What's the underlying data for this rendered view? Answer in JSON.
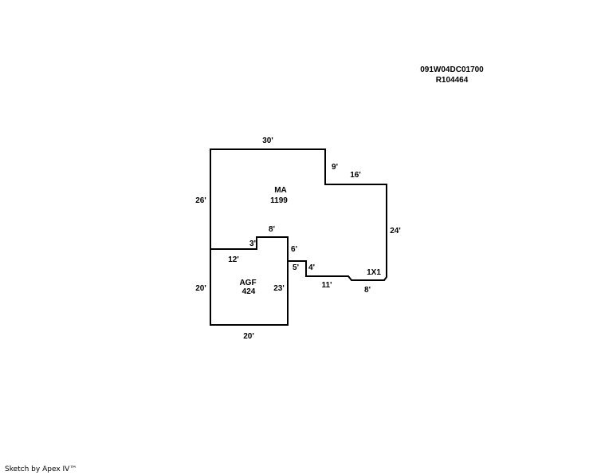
{
  "parcel": {
    "map_number": "091W04DC01700",
    "account": "R104464"
  },
  "areas": {
    "ma": {
      "code": "MA",
      "sqft": "1199"
    },
    "agf": {
      "code": "AGF",
      "sqft": "424"
    },
    "extension": {
      "code": "1X1"
    }
  },
  "dimensions": {
    "ma_top": "30'",
    "ma_notch_drop": "9'",
    "ma_notch_top": "16'",
    "ma_left": "26'",
    "ma_right": "24'",
    "ma_step_left": "3'",
    "ma_step_top": "8'",
    "ma_step_right": "6'",
    "ma_mid_left": "12'",
    "ma_ledge": "5'",
    "ma_ledge_drop": "4'",
    "ma_bottom_a": "11'",
    "ma_bottom_b": "8'",
    "agf_left": "20'",
    "agf_right": "23'",
    "agf_bottom": "20'"
  },
  "footer": {
    "credit": "Sketch by Apex IV™"
  },
  "colors": {
    "line": "#000000",
    "background": "#ffffff"
  }
}
